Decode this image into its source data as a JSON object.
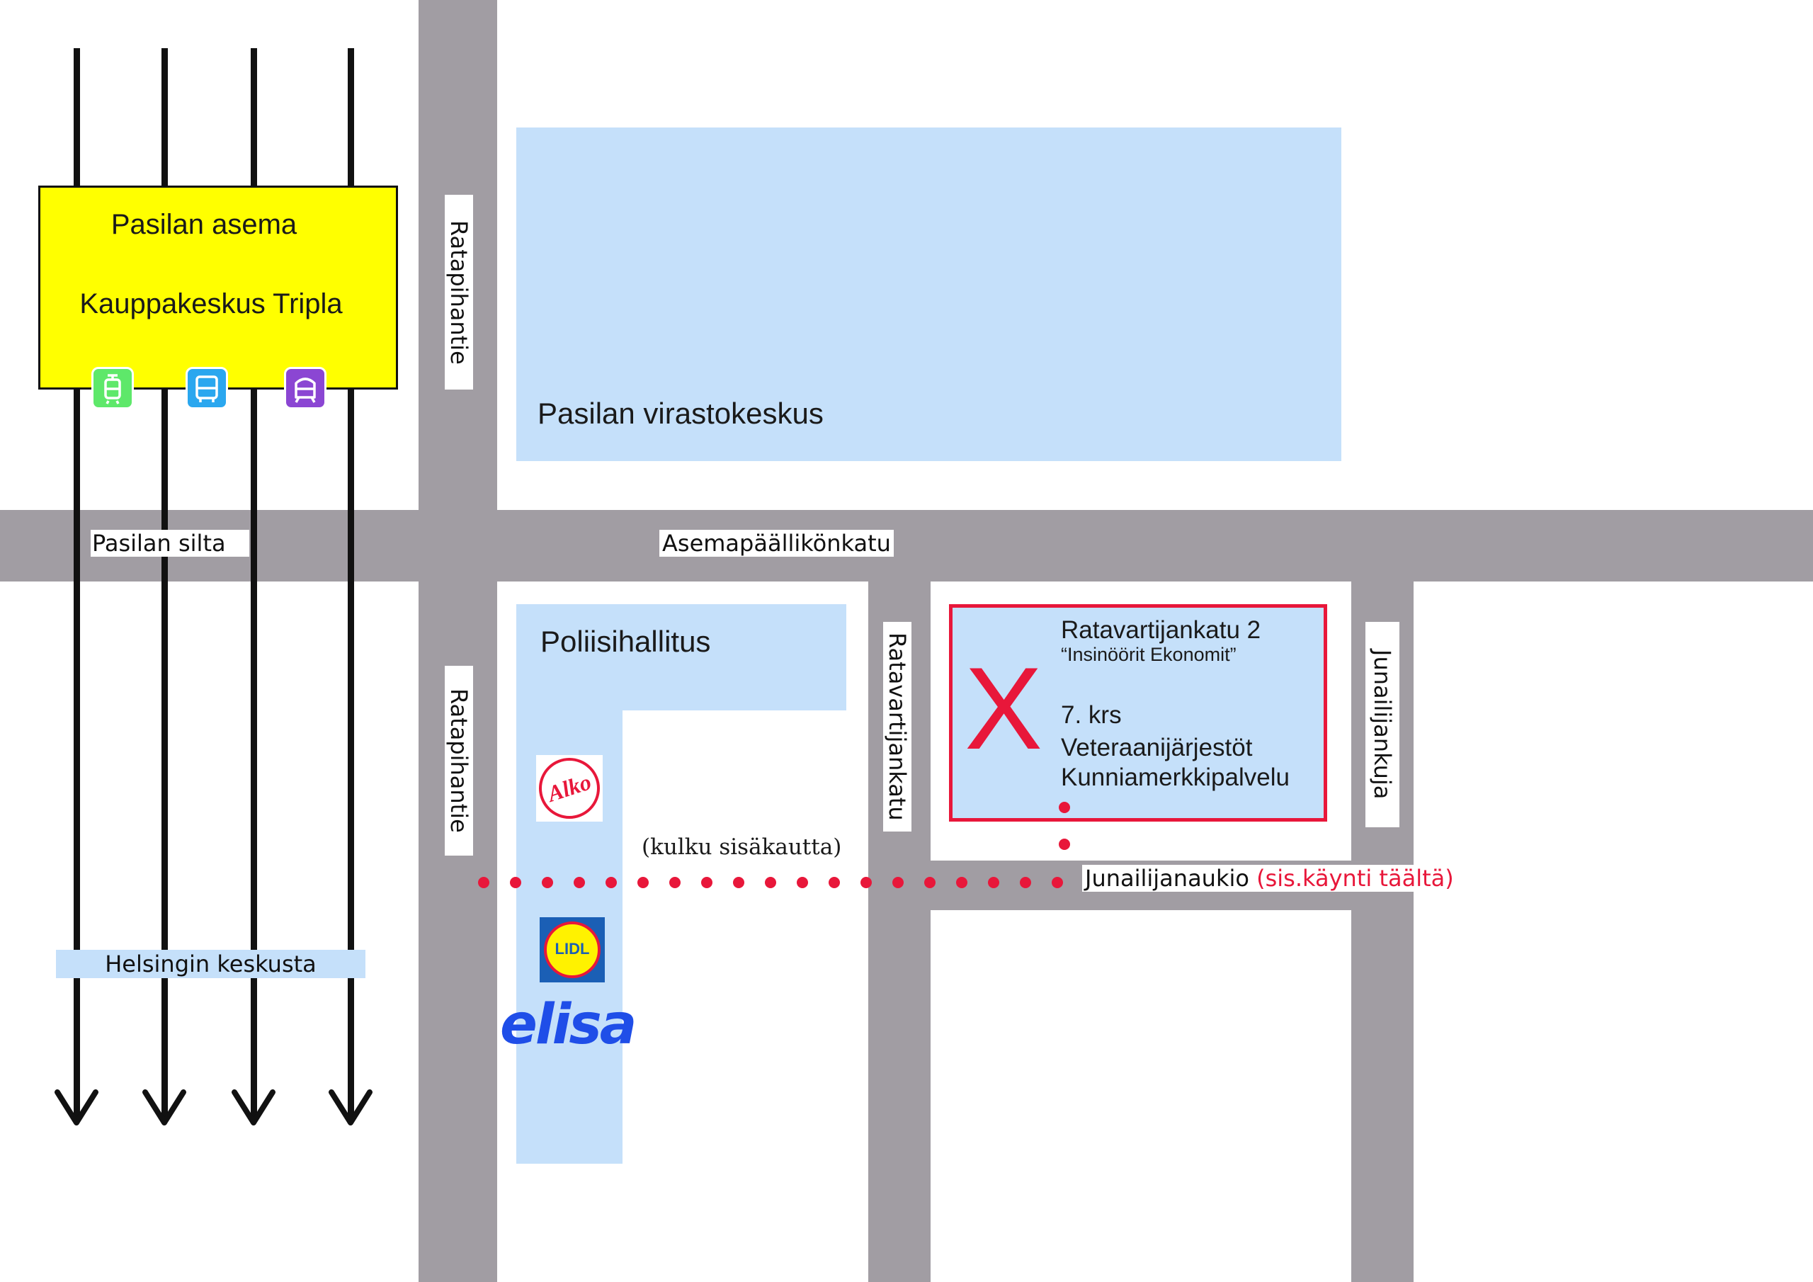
{
  "station": {
    "line1": "Pasilan asema",
    "line2": "Kauppakeskus Tripla",
    "icons": [
      {
        "name": "tram-icon",
        "color": "#5ee86a"
      },
      {
        "name": "bus-icon",
        "color": "#2aa7ef"
      },
      {
        "name": "train-icon",
        "color": "#8b46d3"
      }
    ],
    "box_color": "#ffff00"
  },
  "streets": {
    "pasilan_silta": "Pasilan silta",
    "asemapaallikonkatu": "Asemapäällikönkatu",
    "ratapihantie_north": "Ratapihantie",
    "ratapihantie_south": "Ratapihantie",
    "ratavartijankatu": "Ratavartijankatu",
    "junailijankuja": "Junailijankuja"
  },
  "buildings": {
    "virastokeskus": "Pasilan virastokeskus",
    "poliisihallitus": "Poliisihallitus"
  },
  "destination": {
    "address": "Ratavartijankatu 2",
    "building_name": "“Insinöörit Ekonomit”",
    "floor": "7. krs",
    "org1": "Veteraanijärjestöt",
    "org2": "Kunniamerkkipalvelu",
    "marker": "X",
    "accent_color": "#e8173a"
  },
  "route": {
    "note": "(kulku sisäkautta)",
    "square": "Junailijanaukio",
    "entrance_note": "(sis.käynti täältä)"
  },
  "direction": {
    "label": "Helsingin keskusta"
  },
  "logos": {
    "alko": "Alko",
    "lidl": "LIDL",
    "elisa": "elisa"
  },
  "colors": {
    "road": "#a19da3",
    "building": "#c5e0fa",
    "elisa_blue": "#1f4ee8"
  }
}
